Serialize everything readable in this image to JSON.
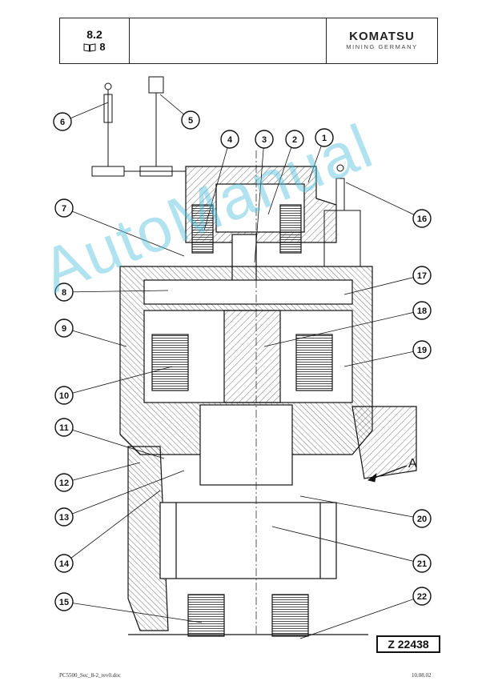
{
  "header": {
    "section": "8.2",
    "page": "8",
    "logo": "KOMATSU",
    "logo_sub": "MINING GERMANY"
  },
  "callouts": [
    "1",
    "2",
    "3",
    "4",
    "5",
    "6",
    "7",
    "8",
    "9",
    "10",
    "11",
    "12",
    "13",
    "14",
    "15",
    "16",
    "17",
    "18",
    "19",
    "20",
    "21",
    "22"
  ],
  "view_label": "A",
  "drawing_ref": "Z 22438",
  "watermark": "AutoManual",
  "footer": {
    "file": "PC5500_Sec_8-2_rev0.doc",
    "date": "10.08.02"
  }
}
